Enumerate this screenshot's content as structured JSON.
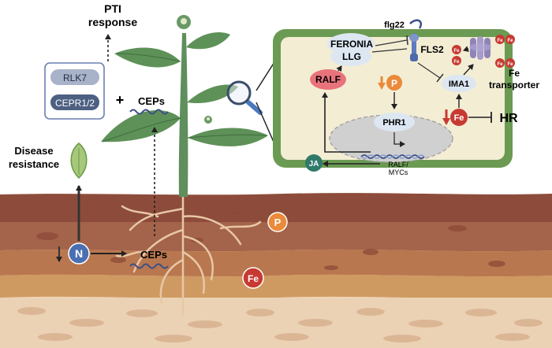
{
  "labels": {
    "pti": [
      "PTI",
      "response"
    ],
    "disease": [
      "Disease",
      "resistance"
    ],
    "plus": "+",
    "ceps_top": "CEPs",
    "ceps_soil": "CEPs",
    "n": "N",
    "p_soil": "P",
    "fe_soil": "Fe"
  },
  "receptors": [
    "RLK7",
    "CEPR1/2"
  ],
  "cell": {
    "feronia": "FERONIA",
    "llg": "LLG",
    "flg22": "flg22",
    "fls2": "FLS2",
    "ralf": "RALF",
    "p": "P",
    "ima1": "IMA1",
    "phr1": "PHR1",
    "fe": "Fe",
    "hr": "HR",
    "ja": "JA",
    "gene": [
      "RALF/",
      "MYCs"
    ],
    "fe_transporter": [
      "Fe",
      "transporter"
    ],
    "fe_particle": "Fe"
  },
  "colors": {
    "soil_top": "#8b4a3a",
    "soil_mid": "#a0604a",
    "soil_low": "#c48a5a",
    "soil_base": "#e9c9a8",
    "cell_wall": "#6b9a52",
    "cytoplasm": "#f4efd6",
    "nucleus": "#cfcfcf",
    "ralf": "#e9737b",
    "iron": "#c73a32",
    "phosphate": "#ea8a3a",
    "nitrogen": "#4a6fb2",
    "ja": "#2f7a6a",
    "stem": "#5a8a58",
    "leaf": "#5e9158"
  }
}
